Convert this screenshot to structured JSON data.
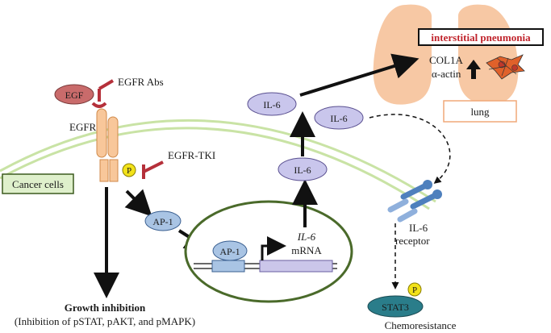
{
  "labels": {
    "egf": "EGF",
    "egfr_abs": "EGFR Abs",
    "egfr": "EGFR",
    "egfr_tki": "EGFR-TKI",
    "phospho": "P",
    "cancer_cells": "Cancer cells",
    "ap1_cytoplasm": "AP-1",
    "ap1_nucleus": "AP-1",
    "il6_mrna_gene": "IL-6",
    "il6_mrna_word": "mRNA",
    "il6_lower": "IL-6",
    "il6_upper": "IL-6",
    "il6_secreted": "IL-6",
    "il6_receptor_line1": "IL-6",
    "il6_receptor_line2": "receptor",
    "stat3": "STAT3",
    "stat3_phospho": "P",
    "chemoresistance": "Chemoresistance",
    "growth_inhibition": "Growth inhibition",
    "inhibition_detail": "(Inhibition of pSTAT, pAKT, and pMAPK)",
    "interstitial_pneumonia": "interstitial pneumonia",
    "col1a": "COL1A",
    "alpha_actin": "α-actin",
    "lung": "lung"
  },
  "colors": {
    "egf_fill": "#c96b6b",
    "egfr_fill": "#f8c79a",
    "egfr_stroke": "#d08a4a",
    "inhibitor_red": "#b5303a",
    "membrane_green": "#c9e3a5",
    "cancer_label_bg": "#dff0cc",
    "nucleus_stroke": "#4a6a2a",
    "ap1_fill": "#a9c4e4",
    "il6_fill": "#c9c6ec",
    "mrna_fill": "#cbc6ea",
    "receptor_fill": "#4e80bd",
    "receptor_light": "#8fb0dc",
    "stat3_fill": "#2a7d8a",
    "phospho_yellow": "#f2e21a",
    "lung_fill": "#f7c8a4",
    "pneumonia_red": "#c0242c",
    "fibroblast_fill": "#e0612a"
  }
}
